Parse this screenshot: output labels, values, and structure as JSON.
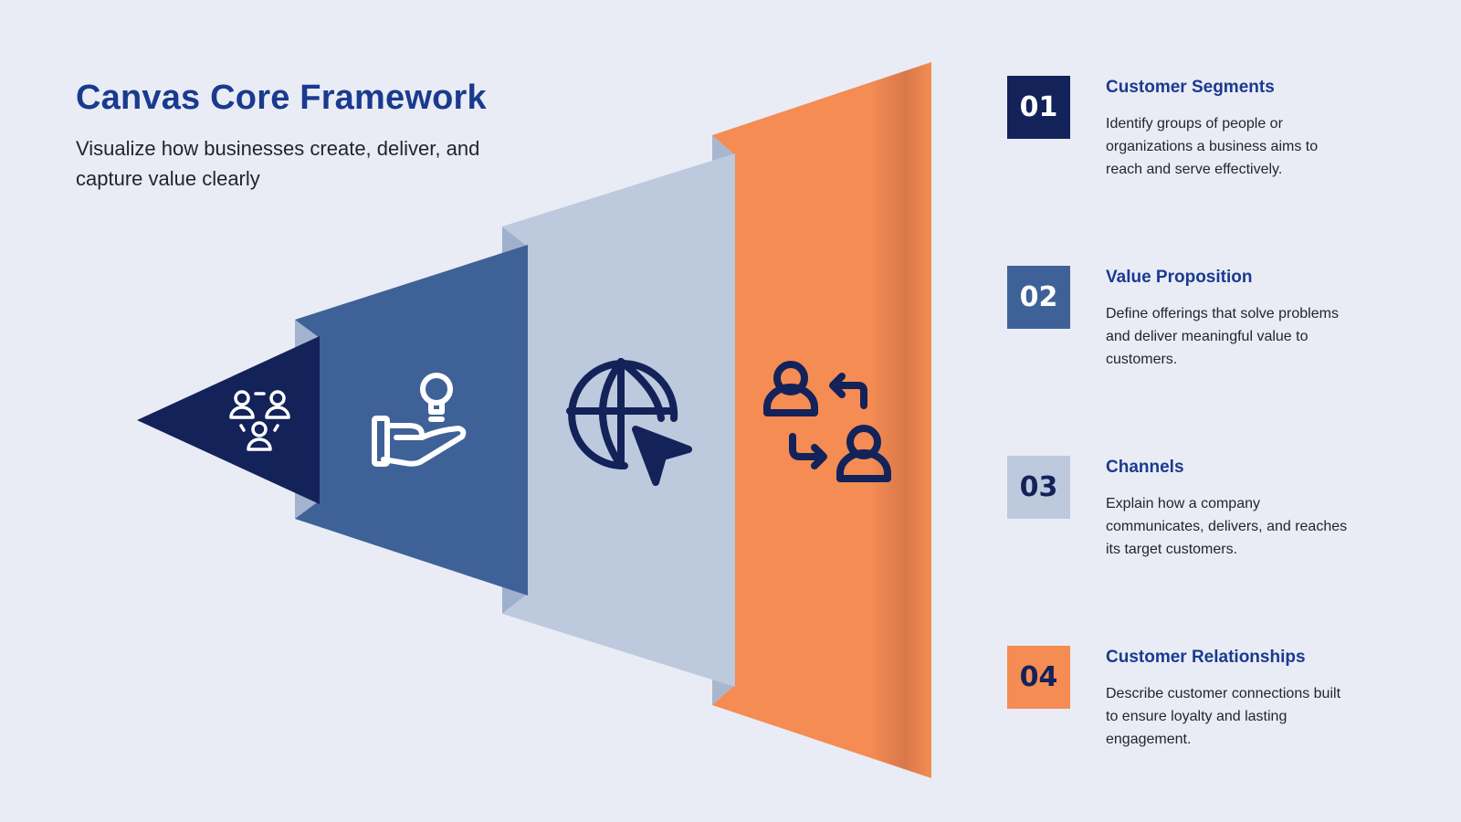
{
  "header": {
    "title": "Canvas Core Framework",
    "subtitle": "Visualize how businesses create, deliver, and capture value clearly"
  },
  "colors": {
    "navy": "#14225a",
    "blue": "#3e6297",
    "light": "#bdc9dd",
    "orange": "#f48c53",
    "background": "#e9ecf5",
    "heading": "#1a3a8f"
  },
  "layers": [
    {
      "icon": "people-group-icon",
      "color": "#14225a"
    },
    {
      "icon": "hand-lightbulb-icon",
      "color": "#3e6297"
    },
    {
      "icon": "globe-cursor-icon",
      "color": "#bdc9dd"
    },
    {
      "icon": "people-exchange-icon",
      "color": "#f48c53"
    }
  ],
  "items": [
    {
      "number": "01",
      "title": "Customer Segments",
      "description": "Identify groups of people or organizations a business aims to reach and serve effectively.",
      "color": "#14225a",
      "number_color": "#ffffff"
    },
    {
      "number": "02",
      "title": "Value Proposition",
      "description": "Define offerings that solve problems and deliver meaningful value to customers.",
      "color": "#3e6297",
      "number_color": "#ffffff"
    },
    {
      "number": "03",
      "title": "Channels",
      "description": "Explain how a company communicates, delivers, and reaches its target customers.",
      "color": "#bdc9dd",
      "number_color": "#14225a"
    },
    {
      "number": "04",
      "title": "Customer Relationships",
      "description": "Describe customer connections built to ensure loyalty and lasting engagement.",
      "color": "#f48c53",
      "number_color": "#14225a"
    }
  ]
}
